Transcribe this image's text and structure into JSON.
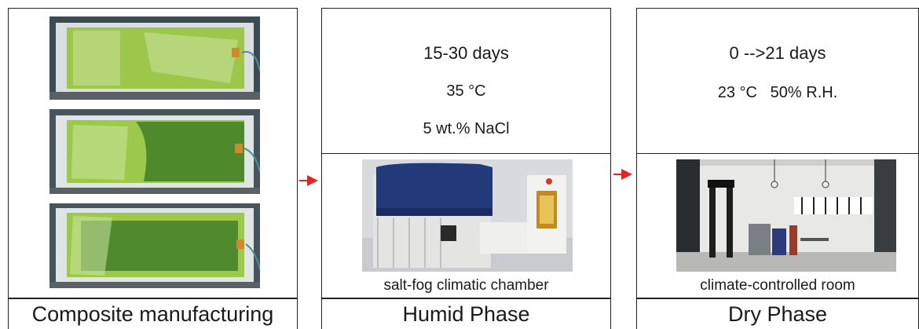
{
  "panels": {
    "manufacturing": {
      "caption": "Composite manufacturing"
    },
    "humid": {
      "conditions": [
        "15-30 days",
        "35 °C",
        "5 wt.% NaCl"
      ],
      "photo_label": "salt-fog climatic chamber",
      "caption": "Humid Phase"
    },
    "dry": {
      "conditions": [
        "0 -->21 days",
        "23 °C   50% R.H."
      ],
      "photo_label": "climate-controlled room",
      "caption": "Dry Phase"
    }
  },
  "colors": {
    "arrow": "#e8221c",
    "border": "#222222",
    "chamber_lid": "#233a7a",
    "laminate": "#8fbf3a"
  }
}
